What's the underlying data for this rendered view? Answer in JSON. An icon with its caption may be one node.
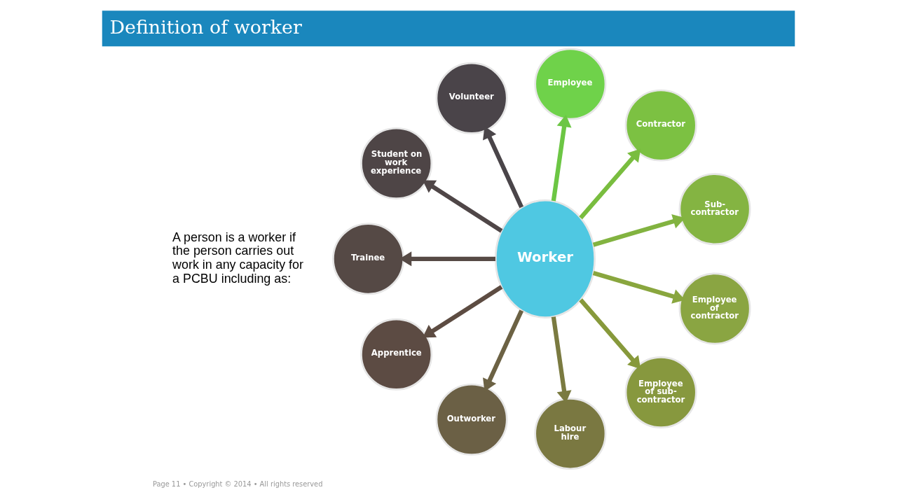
{
  "diagram": {
    "title": "Definition of worker",
    "nodes": [
      {
        "text": [
          "Worker"
        ]
      },
      {
        "text": [
          "Employee"
        ]
      },
      {
        "text": [
          "Contractor"
        ]
      },
      {
        "text": [
          "Sub-contractor"
        ]
      },
      {
        "text": [
          "Employee of contractor"
        ]
      },
      {
        "text": [
          "Employee of sub-contractor"
        ]
      },
      {
        "text": [
          "Labour hire"
        ]
      },
      {
        "text": [
          "Outworker"
        ]
      },
      {
        "text": [
          "Apprentice"
        ]
      },
      {
        "text": [
          "Trainee"
        ]
      },
      {
        "text": [
          "Student on work experience"
        ]
      },
      {
        "text": [
          "Volunteer"
        ]
      }
    ],
    "edges": [
      {
        "from": 0,
        "to": 1,
        "arrow": "to",
        "color": "#6cc644"
      },
      {
        "from": 0,
        "to": 2,
        "arrow": "to",
        "color": "#79bd3f"
      },
      {
        "from": 0,
        "to": 3,
        "arrow": "to",
        "color": "#82b340"
      },
      {
        "from": 0,
        "to": 4,
        "arrow": "to",
        "color": "#89a63e"
      },
      {
        "from": 0,
        "to": 5,
        "arrow": "to",
        "color": "#87993b"
      },
      {
        "from": 0,
        "to": 6,
        "arrow": "to",
        "color": "#7a7a40"
      },
      {
        "from": 0,
        "to": 7,
        "arrow": "to",
        "color": "#6c6244"
      },
      {
        "from": 0,
        "to": 8,
        "arrow": "to",
        "color": "#5d4c42"
      },
      {
        "from": 0,
        "to": 9,
        "arrow": "to",
        "color": "#564a45"
      },
      {
        "from": 0,
        "to": 10,
        "arrow": "to",
        "color": "#4f4647"
      },
      {
        "from": 0,
        "to": 11,
        "arrow": "to",
        "color": "#4a4549"
      }
    ],
    "labels": [
      "A person is a worker if the person carries out work in any capacity for a PCBU including as:",
      "Page 11 • Copyright © 2014 • All rights reserved"
    ]
  }
}
